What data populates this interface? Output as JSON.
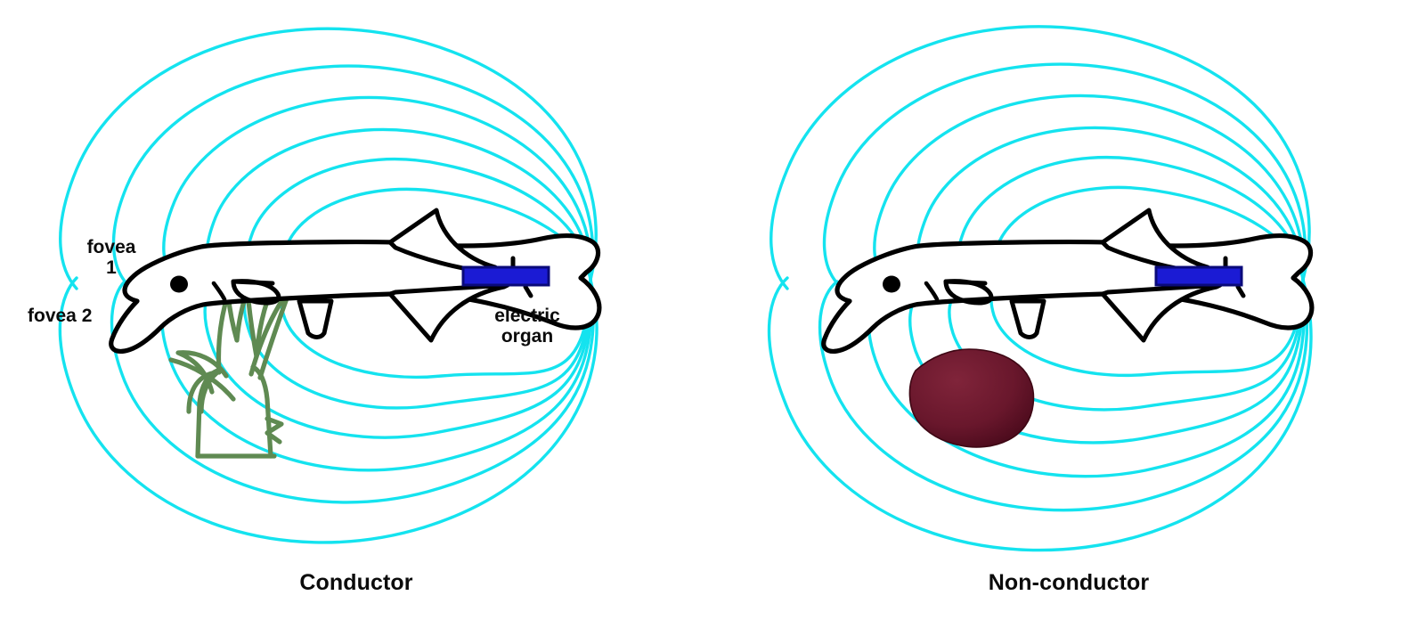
{
  "figure": {
    "title": "Electric field of weakly electric fish around conducting and non-conducting objects",
    "background_color": "#ffffff"
  },
  "colors": {
    "field_line": "#14E3EF",
    "fish_outline": "#000000",
    "electric_organ_fill": "#1B1BD4",
    "electric_organ_border": "#0A0A7A",
    "plant_green": "#5F8A52",
    "rock_dark": "#5E0F24",
    "rock_light": "#7C2238",
    "label_text": "#0b0b0b"
  },
  "panels": [
    {
      "id": "conductor",
      "caption": "Conductor",
      "object": {
        "kind": "plant",
        "name": "aquatic-plant",
        "conductive": true,
        "field_effect": "field lines funnel toward and concentrate in the conducting plant"
      },
      "annotations": [
        {
          "name": "fovea-1",
          "lines": [
            "fovea",
            "1"
          ],
          "text": "fovea 1"
        },
        {
          "name": "fovea-2",
          "lines": [
            "fovea 2"
          ],
          "text": "fovea 2"
        },
        {
          "name": "electric-organ",
          "lines": [
            "electric",
            "organ"
          ],
          "text": "electric organ"
        }
      ]
    },
    {
      "id": "nonconductor",
      "caption": "Non-conductor",
      "object": {
        "kind": "rock",
        "name": "stone",
        "conductive": false,
        "field_effect": "field lines are deflected away around the non-conducting stone"
      },
      "annotations": []
    }
  ],
  "fish": {
    "name": "weakly-electric-fish",
    "parts": [
      "snout",
      "fovea-1",
      "fovea-2",
      "eye",
      "gill-mark",
      "dorsal-fin",
      "pectoral-fin",
      "anal-fin",
      "caudal-tail",
      "electric-organ"
    ],
    "electric_organ_label": "electric organ",
    "field_source": "caudal peduncle / tail tip"
  },
  "field": {
    "type": "dipole-electric-field",
    "line_color": "#14E3EF",
    "line_count_per_panel": 12,
    "convergence_point": "just posterior to the tail fork"
  }
}
